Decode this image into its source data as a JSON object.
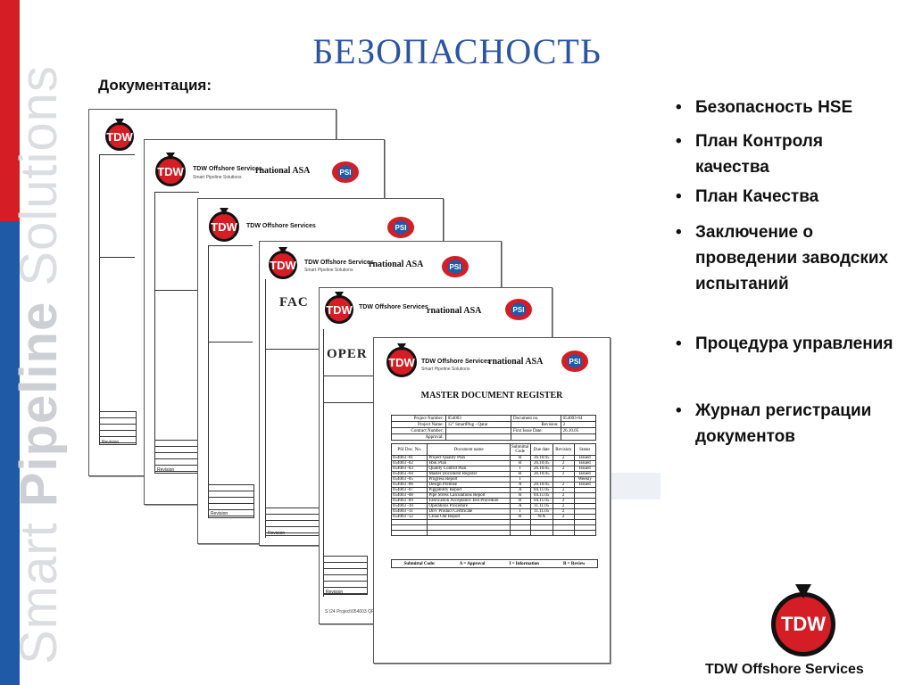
{
  "slide": {
    "title": "БЕЗОПАСНОСТЬ",
    "subtitle": "Документация:",
    "vertical_brand_light": "Smart ",
    "vertical_brand_bold": "Pipeline",
    "vertical_brand_end": " Solutions",
    "bullets": [
      "Безопасность HSE",
      "План Контроля качества",
      "План Качества",
      "Заключение о проведении заводских испытаний",
      "Процедура управления",
      "Журнал регистрации документов"
    ],
    "footer_brand": "TDW Offshore Services"
  },
  "documents": {
    "logo_text": "TDW",
    "brand": "TDW Offshore Services",
    "brand_tag": "Smart Pipeline Solutions",
    "intl_suffix": "rnational ASA",
    "psi_text": "PSI",
    "revision_label": "Revision",
    "partial_label_fac": "FAC",
    "partial_label_oper": "OPER",
    "footer_note": "S:\\24 Project\\054003 QP",
    "register": {
      "title": "MASTER DOCUMENT REGISTER",
      "info_rows": [
        [
          "Project Number:",
          "054003",
          "Document no.",
          "054003-04"
        ],
        [
          "Project Name:",
          "12\" SmartPlug - Qatar",
          "Revision:",
          "2"
        ],
        [
          "Contract Number:",
          "",
          "First Issue Date:",
          "26.10.05"
        ],
        [
          "Approval:",
          "",
          "",
          ""
        ]
      ],
      "columns": [
        "PSI Doc. No.",
        "Document name",
        "Submittal Code",
        "Due date",
        "Revision",
        "Status"
      ],
      "rows": [
        [
          "054003 -01",
          "Project Quality Plan",
          "R",
          "26.10.05",
          "2",
          "Issued"
        ],
        [
          "054003 -02",
          "HSE Plan",
          "R",
          "26.10.05",
          "2",
          "Issued"
        ],
        [
          "054003 -03",
          "Quality Control Plan",
          "I",
          "26.10.05",
          "2",
          "Issued"
        ],
        [
          "054003 -04",
          "Master Document Register",
          "R",
          "26.10.05",
          "2",
          "Issued"
        ],
        [
          "054003 -05",
          "Progress Report",
          "I",
          "",
          "",
          "Weekly"
        ],
        [
          "054003 -06",
          "Design Premise",
          "A",
          "20.10.05",
          "2",
          "Issued"
        ],
        [
          "054003 -07",
          "Piggability Report",
          "A",
          "04.11.05",
          "2",
          ""
        ],
        [
          "054003 -08",
          "Pipe Stress Calculations Report",
          "R",
          "04.11.05",
          "2",
          ""
        ],
        [
          "054003 -09",
          "Fabrication Acceptance Test Procedure",
          "R",
          "04.11.05",
          "2",
          ""
        ],
        [
          "054003 -10",
          "Operations Procedure",
          "A",
          "11.11.05",
          "2",
          ""
        ],
        [
          "054003 -11",
          "DnV Product Certificate",
          "I",
          "11.11.05",
          "2",
          ""
        ],
        [
          "054003 -12",
          "Close Out Report",
          "R",
          "N/A",
          "2",
          ""
        ]
      ],
      "submittal_code": "Submittal Code:",
      "code_a": "A = Approval",
      "code_i": "I = Information",
      "code_r": "R = Review"
    }
  }
}
